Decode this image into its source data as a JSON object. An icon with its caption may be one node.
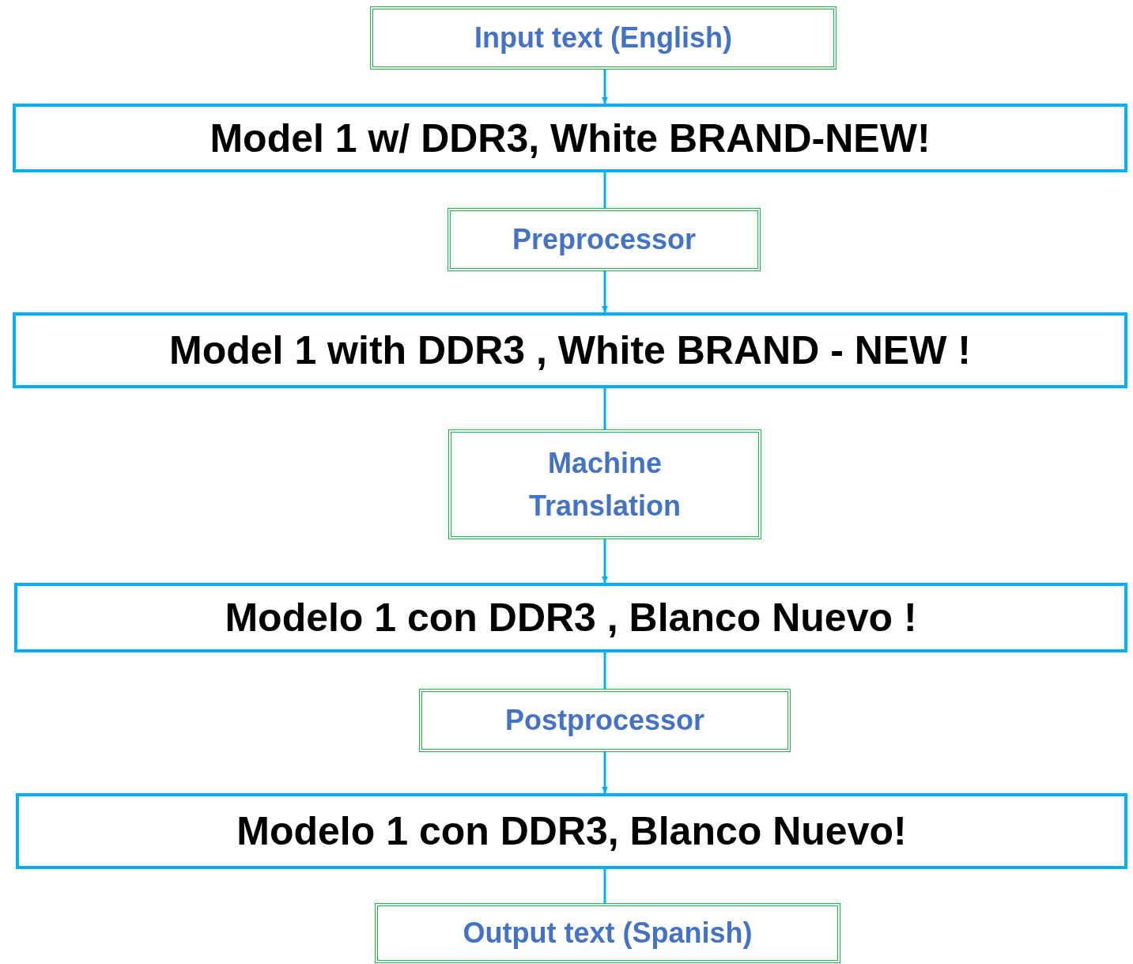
{
  "diagram": {
    "nodes": [
      {
        "text": [
          "Input text (English)"
        ]
      },
      {
        "text": [
          "Model 1 w/ DDR3, White BRAND-NEW!"
        ]
      },
      {
        "text": [
          "Preprocessor"
        ]
      },
      {
        "text": [
          "Model 1 with DDR3 , White BRAND - NEW !"
        ]
      },
      {
        "text": [
          "Machine Translation"
        ]
      },
      {
        "text": [
          "Modelo 1 con DDR3 , Blanco Nuevo !"
        ]
      },
      {
        "text": [
          "Postprocessor"
        ]
      },
      {
        "text": [
          "Modelo 1 con DDR3, Blanco Nuevo!"
        ]
      },
      {
        "text": [
          "Output text (Spanish)"
        ]
      }
    ],
    "edges": [
      {
        "from": 0,
        "to": 1,
        "arrow": "to"
      },
      {
        "from": 1,
        "to": 2,
        "arrow": "none"
      },
      {
        "from": 2,
        "to": 3,
        "arrow": "to"
      },
      {
        "from": 3,
        "to": 4,
        "arrow": "none"
      },
      {
        "from": 4,
        "to": 5,
        "arrow": "to"
      },
      {
        "from": 5,
        "to": 6,
        "arrow": "none"
      },
      {
        "from": 6,
        "to": 7,
        "arrow": "to"
      },
      {
        "from": 7,
        "to": 8,
        "arrow": "none"
      }
    ]
  }
}
